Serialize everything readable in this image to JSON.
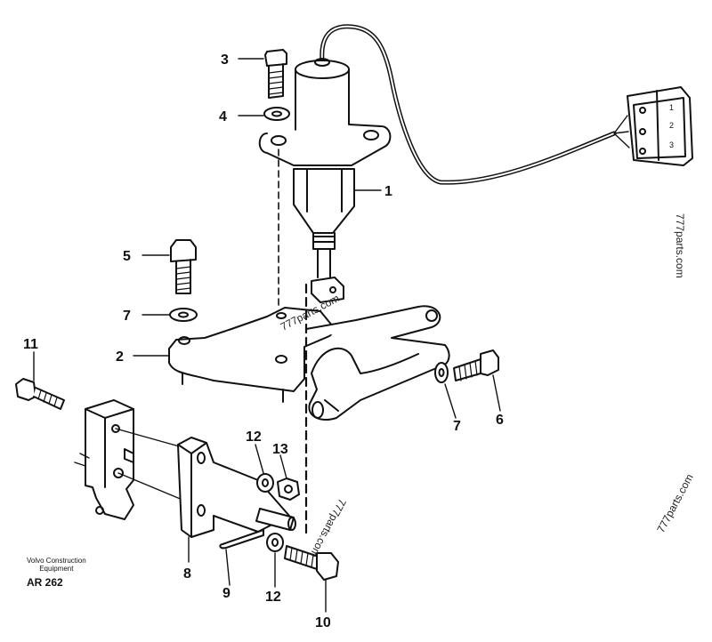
{
  "callouts": {
    "c1": "1",
    "c2": "2",
    "c3": "3",
    "c4": "4",
    "c5": "5",
    "c6": "6",
    "c7a": "7",
    "c7b": "7",
    "c8": "8",
    "c9": "9",
    "c10": "10",
    "c11": "11",
    "c12a": "12",
    "c12b": "12",
    "c13": "13"
  },
  "connector_pins": [
    "1",
    "2",
    "3"
  ],
  "watermarks": {
    "w1": "777parts.com",
    "w2": "777parts.com",
    "w3": "777parts.com",
    "w4": "777parts.com"
  },
  "caption": {
    "line1": "Volvo Construction",
    "line2": "Equipment",
    "reference": "AR 262"
  }
}
